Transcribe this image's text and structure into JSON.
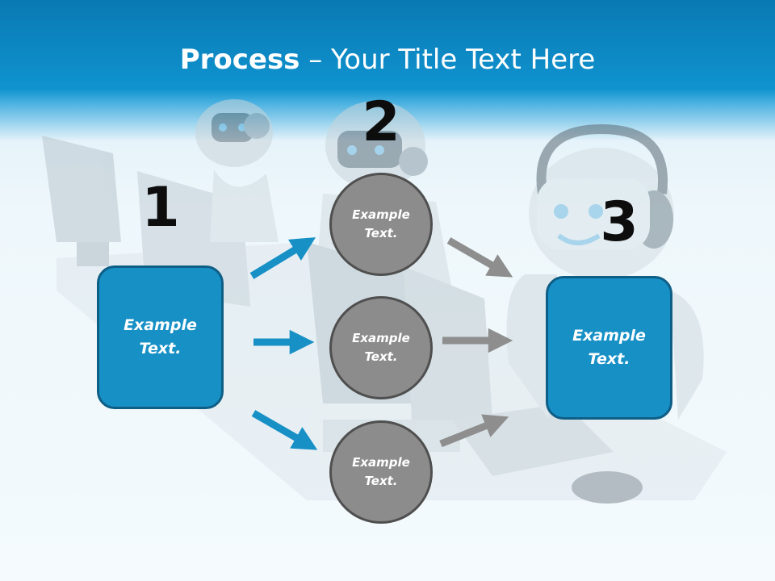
{
  "title": {
    "bold": "Process",
    "rest": " – Your Title Text Here"
  },
  "steps": [
    {
      "number": "1",
      "text": "Example\nText."
    },
    {
      "number": "2",
      "text": ""
    },
    {
      "number": "3",
      "text": "Example\nText."
    }
  ],
  "circles": [
    {
      "text": "Example\nText."
    },
    {
      "text": "Example\nText."
    },
    {
      "text": "Example\nText."
    }
  ],
  "colors": {
    "accent": "#1790c6",
    "accent_dark": "#0e5e86",
    "circle": "#8c8c8c",
    "arrow_gray": "#8e8e8e"
  }
}
